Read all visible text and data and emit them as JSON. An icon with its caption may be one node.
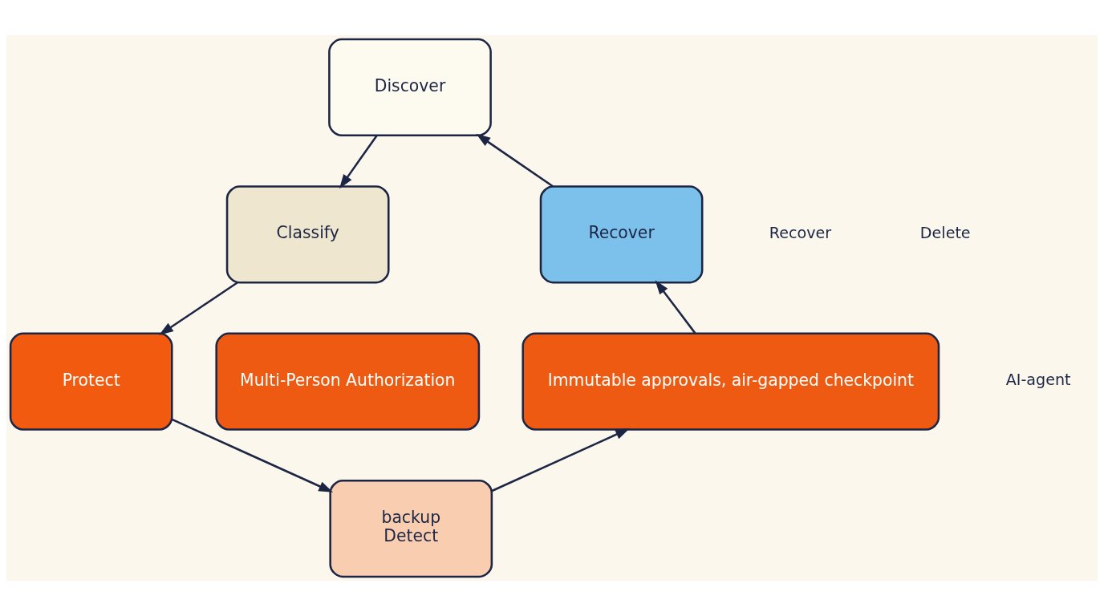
{
  "diagram": {
    "nodes": [
      {
        "text": [
          "Discover"
        ]
      },
      {
        "text": [
          "Classify"
        ]
      },
      {
        "text": [
          "Protect"
        ]
      },
      {
        "text": [
          "backup",
          "Detect"
        ]
      },
      {
        "text": [
          "Immutable approvals, air-gapped checkpoint"
        ]
      },
      {
        "text": [
          "Multi-Person Authorization"
        ]
      },
      {
        "text": [
          "Recover"
        ]
      }
    ],
    "edges": [
      {
        "from": 0,
        "to": 1,
        "arrow": "to"
      },
      {
        "from": 1,
        "to": 2,
        "arrow": "to"
      },
      {
        "from": 2,
        "to": 3,
        "arrow": "to"
      },
      {
        "from": 3,
        "to": 4,
        "arrow": "to"
      },
      {
        "from": 4,
        "to": 6,
        "arrow": "to"
      },
      {
        "from": 6,
        "to": 0,
        "arrow": "to"
      }
    ],
    "labels": [
      "Recover",
      "Delete",
      "AI-agent"
    ]
  }
}
